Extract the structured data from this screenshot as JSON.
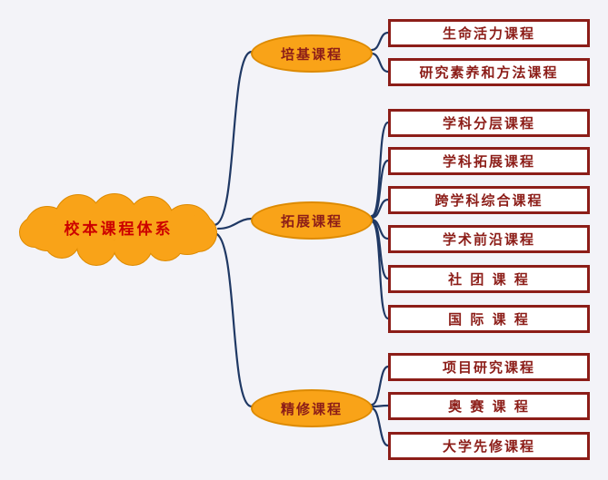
{
  "diagram": {
    "title": "校本课程体系",
    "root": {
      "label": "校本课程体系"
    },
    "branches": [
      {
        "label": "培基课程",
        "children": [
          {
            "label": "生命活力课程"
          },
          {
            "label": "研究素养和方法课程"
          }
        ]
      },
      {
        "label": "拓展课程",
        "children": [
          {
            "label": "学科分层课程"
          },
          {
            "label": "学科拓展课程"
          },
          {
            "label": "跨学科综合课程"
          },
          {
            "label": "学术前沿课程"
          },
          {
            "label": "社 团 课 程"
          },
          {
            "label": "国 际 课 程"
          }
        ]
      },
      {
        "label": "精修课程",
        "children": [
          {
            "label": "项目研究课程"
          },
          {
            "label": "奥 赛 课 程"
          },
          {
            "label": "大学先修课程"
          }
        ]
      }
    ],
    "colors": {
      "background": "#f3f3f8",
      "node_fill": "#f9a318",
      "node_border": "#dd8a00",
      "box_border": "#8c1d18",
      "box_text": "#8c1d18",
      "root_text": "#cc0000",
      "connector": "#1f3864"
    }
  }
}
